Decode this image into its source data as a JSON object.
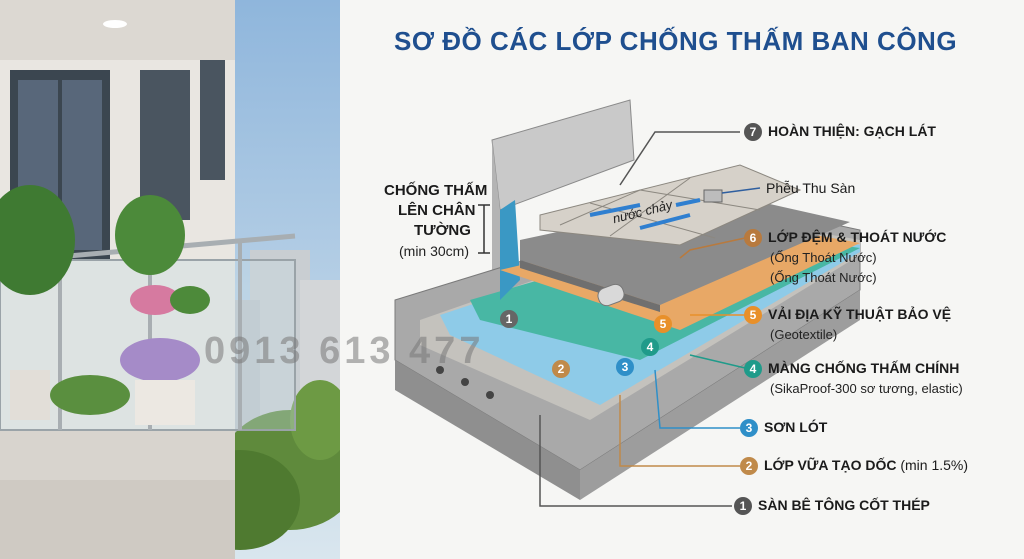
{
  "title": "SƠ ĐỒ CÁC LỚP CHỐNG THẤM BAN CÔNG",
  "watermark": "0913 613 477",
  "colors": {
    "title": "#1f4f8f",
    "layer1": "#555555",
    "layer2": "#c08a4a",
    "layer3": "#2f8fc8",
    "layer4": "#1f9b8a",
    "layer5": "#e8902a",
    "layer6": "#b87a3e",
    "layer7": "#555555"
  },
  "side_note": {
    "line1": "CHỐNG THẤM",
    "line2": "LÊN CHÂN",
    "line3": "TƯỜNG",
    "line4": "(min 30cm)"
  },
  "flow_label": "nước chảy",
  "drain_label": "Phễu Thu Sàn",
  "layers": [
    {
      "num": "7",
      "title": "HOÀN THIỆN: GẠCH LÁT",
      "notes": []
    },
    {
      "num": "6",
      "title": "LỚP ĐỆM & THOÁT NƯỚC",
      "notes": [
        "(Ống Thoát Nước)",
        "(Ống Thoát Nước)"
      ]
    },
    {
      "num": "5",
      "title": "VẢI ĐỊA KỸ THUẬT BẢO VỆ",
      "notes": [
        "(Geotextile)"
      ]
    },
    {
      "num": "4",
      "title": "MÀNG CHỐNG THẤM CHÍNH",
      "notes": [
        "(SikaProof-300 sơ tương, elastic)"
      ]
    },
    {
      "num": "3",
      "title": "SƠN LÓT",
      "notes": []
    },
    {
      "num": "2",
      "title": "LỚP VỮA TẠO DỐC",
      "notes": [
        "(min 1.5%)"
      ]
    },
    {
      "num": "1",
      "title": "SÀN BÊ TÔNG CỐT THÉP",
      "notes": []
    }
  ]
}
